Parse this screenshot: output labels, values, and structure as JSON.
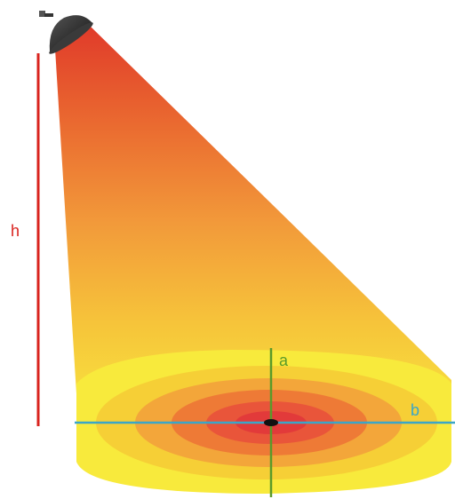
{
  "labels": {
    "height": "h",
    "axis_a": "a",
    "axis_b": "b"
  },
  "colors": {
    "height_line": "#d9231e",
    "axis_a": "#5a9a2a",
    "axis_b": "#3aa6c8",
    "beam_top": "#e8452a",
    "beam_mid": "#f3a13a",
    "beam_bottom": "#f7df3c",
    "lamp": "#1b1b1b"
  },
  "icons": {
    "lamp": "spotlight-lamp-icon"
  }
}
